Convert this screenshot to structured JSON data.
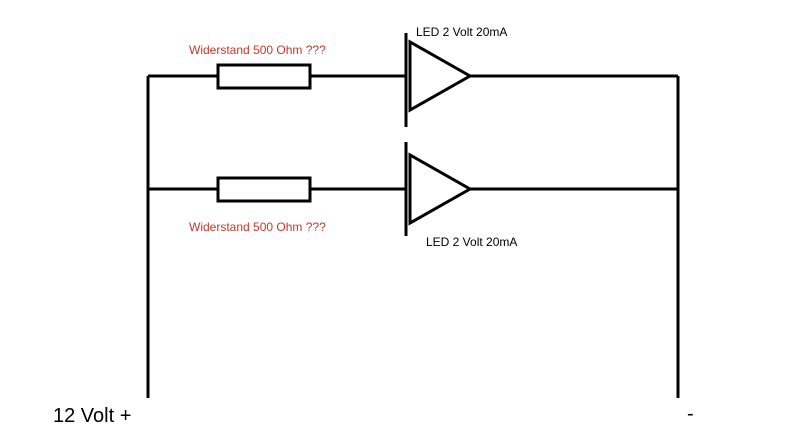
{
  "colors": {
    "wire": "#000000",
    "resistor_label": "#c0392b",
    "text": "#000000",
    "background": "#ffffff"
  },
  "branches": [
    {
      "resistor_label": "Widerstand 500 Ohm ???",
      "led_label": "LED 2 Volt 20mA"
    },
    {
      "resistor_label": "Widerstand 500 Ohm ???",
      "led_label": "LED 2 Volt 20mA"
    }
  ],
  "terminals": {
    "positive": "12 Volt +",
    "negative": "-"
  }
}
